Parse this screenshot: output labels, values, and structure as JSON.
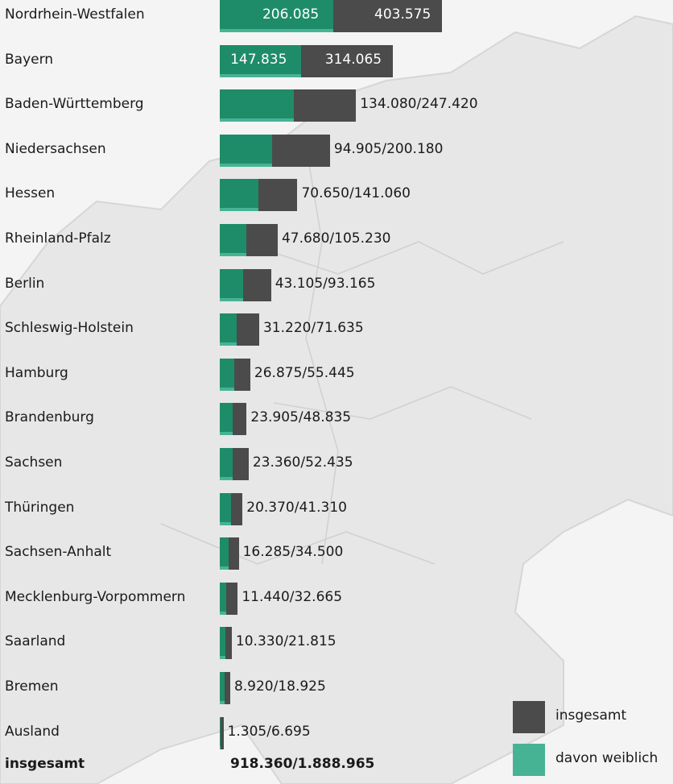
{
  "chart_data": {
    "type": "bar",
    "orientation": "horizontal",
    "categories": [
      "Nordrhein-Westfalen",
      "Bayern",
      "Baden-Württemberg",
      "Niedersachsen",
      "Hessen",
      "Rheinland-Pfalz",
      "Berlin",
      "Schleswig-Holstein",
      "Hamburg",
      "Brandenburg",
      "Sachsen",
      "Thüringen",
      "Sachsen-Anhalt",
      "Mecklenburg-Vorpommern",
      "Saarland",
      "Bremen",
      "Ausland"
    ],
    "series": [
      {
        "name": "insgesamt",
        "color": "#4b4b4b",
        "values": [
          403575,
          314065,
          247420,
          200180,
          141060,
          105230,
          93165,
          71635,
          55445,
          48835,
          52435,
          41310,
          34500,
          32665,
          21815,
          18925,
          6695
        ]
      },
      {
        "name": "davon weiblich",
        "color": "#1e8c68",
        "values": [
          206085,
          147835,
          134080,
          94905,
          70650,
          47680,
          43105,
          31220,
          26875,
          23905,
          23360,
          20370,
          16285,
          11440,
          10330,
          8920,
          1305
        ]
      }
    ],
    "value_labels": [
      "206.085",
      "403.575",
      "147.835",
      "314.065",
      "134.080/247.420",
      "94.905/200.180",
      "70.650/141.060",
      "47.680/105.230",
      "43.105/93.165",
      "31.220/71.635",
      "26.875/55.445",
      "23.905/48.835",
      "23.360/52.435",
      "20.370/41.310",
      "16.285/34.500",
      "11.440/32.665",
      "10.330/21.815",
      "8.920/18.925",
      "1.305/6.695"
    ],
    "total_row": {
      "label": "insgesamt",
      "value": "918.360/1.888.965"
    },
    "legend": [
      {
        "label": "insgesamt",
        "color": "#4b4b4b"
      },
      {
        "label": "davon weiblich",
        "color": "#47b395"
      }
    ],
    "legend_position": "bottom-right",
    "grid": false
  }
}
